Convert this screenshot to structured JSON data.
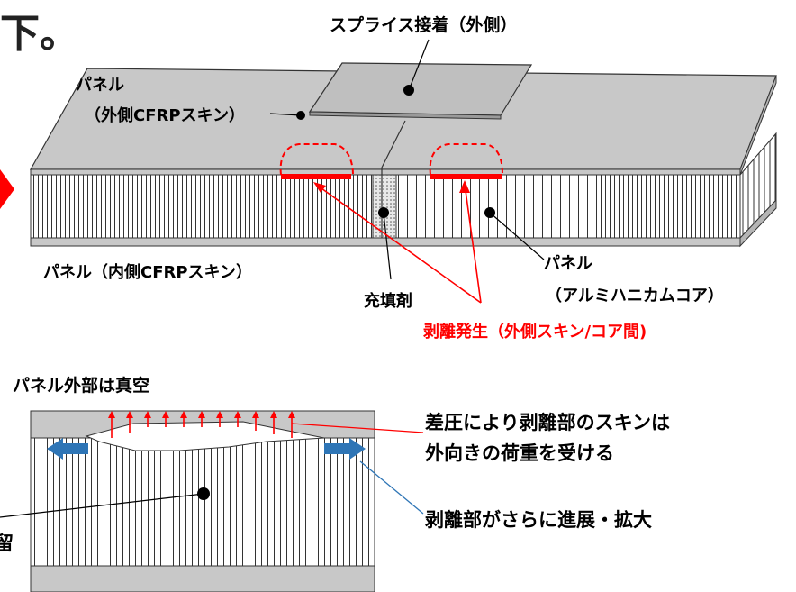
{
  "heading_fragment": "下。",
  "top_diagram": {
    "splice_label": "スプライス接着（外側）",
    "outer_skin_label_1": "パネル",
    "outer_skin_label_2": "（外側CFRPスキン）",
    "inner_skin_label": "パネル（内側CFRPスキン）",
    "filler_label": "充填剤",
    "core_label_1": "パネル",
    "core_label_2": "（アルミハニカムコア）",
    "delamination_label": "剥離発生（外側スキン/コア間)"
  },
  "bottom_diagram": {
    "vacuum_label": "パネル外部は真空",
    "load_label_1": "差圧により剥離部のスキンは",
    "load_label_2": "外向きの荷重を受ける",
    "growth_label": "剥離部がさらに進展・拡大",
    "left_fragment": "留"
  },
  "colors": {
    "red": "#ff0000",
    "blue": "#2e75b6",
    "panel_gray": "#c8c8c8",
    "splice_gray": "#bfbfbf"
  }
}
